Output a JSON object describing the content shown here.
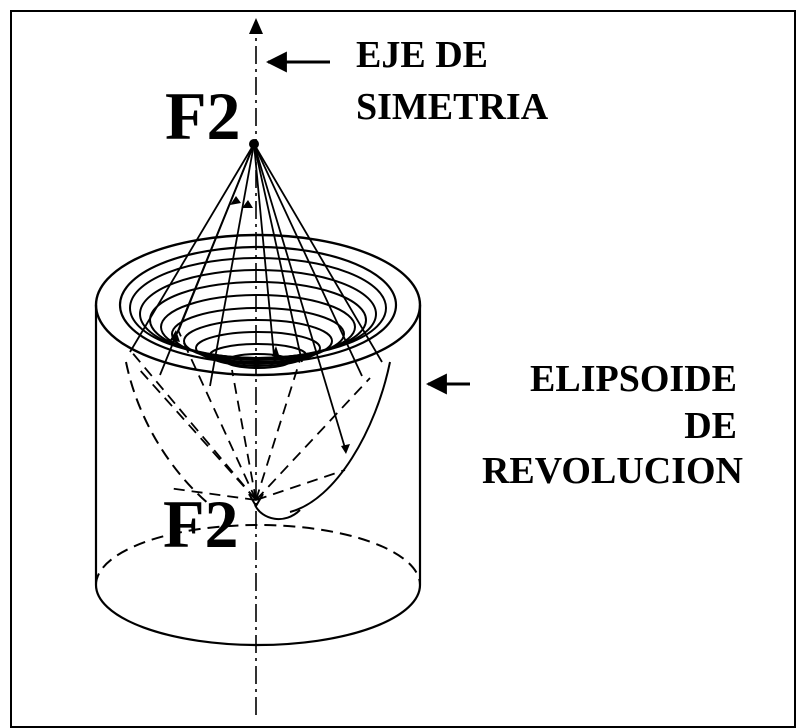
{
  "labels": {
    "axis_line1": "EJE DE",
    "axis_line2": "SIMETRIA",
    "focus_top": "F2",
    "focus_bottom": "F2",
    "ellipsoid_line1": "ELIPSOIDE",
    "ellipsoid_line2": "DE",
    "ellipsoid_line3": "REVOLUCION"
  },
  "colors": {
    "ink": "#000000",
    "background": "#ffffff"
  }
}
